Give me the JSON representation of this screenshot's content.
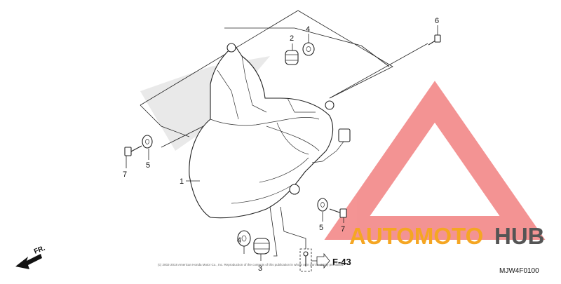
{
  "callouts": [
    {
      "id": "1",
      "text": "1"
    },
    {
      "id": "2",
      "text": "2"
    },
    {
      "id": "3",
      "text": "3"
    },
    {
      "id": "4a",
      "text": "4"
    },
    {
      "id": "4b",
      "text": "4"
    },
    {
      "id": "5a",
      "text": "5"
    },
    {
      "id": "5b",
      "text": "5"
    },
    {
      "id": "6",
      "text": "6"
    },
    {
      "id": "7a",
      "text": "7"
    },
    {
      "id": "7b",
      "text": "7"
    }
  ],
  "ref_label": "F-43",
  "direction_label": "FR.",
  "diagram_code": "MJW4F0100",
  "watermark": {
    "brand_left": "AUTOMOTO",
    "brand_right": "HUB",
    "color_left": "#f5a623",
    "color_right": "#555555",
    "logo_color": "#f07070"
  },
  "copyright": "(c) 2002-2018 American Honda Motor Co., Inc. Reproduction of the contents of this publication in whole or in part is strictly prohibited."
}
